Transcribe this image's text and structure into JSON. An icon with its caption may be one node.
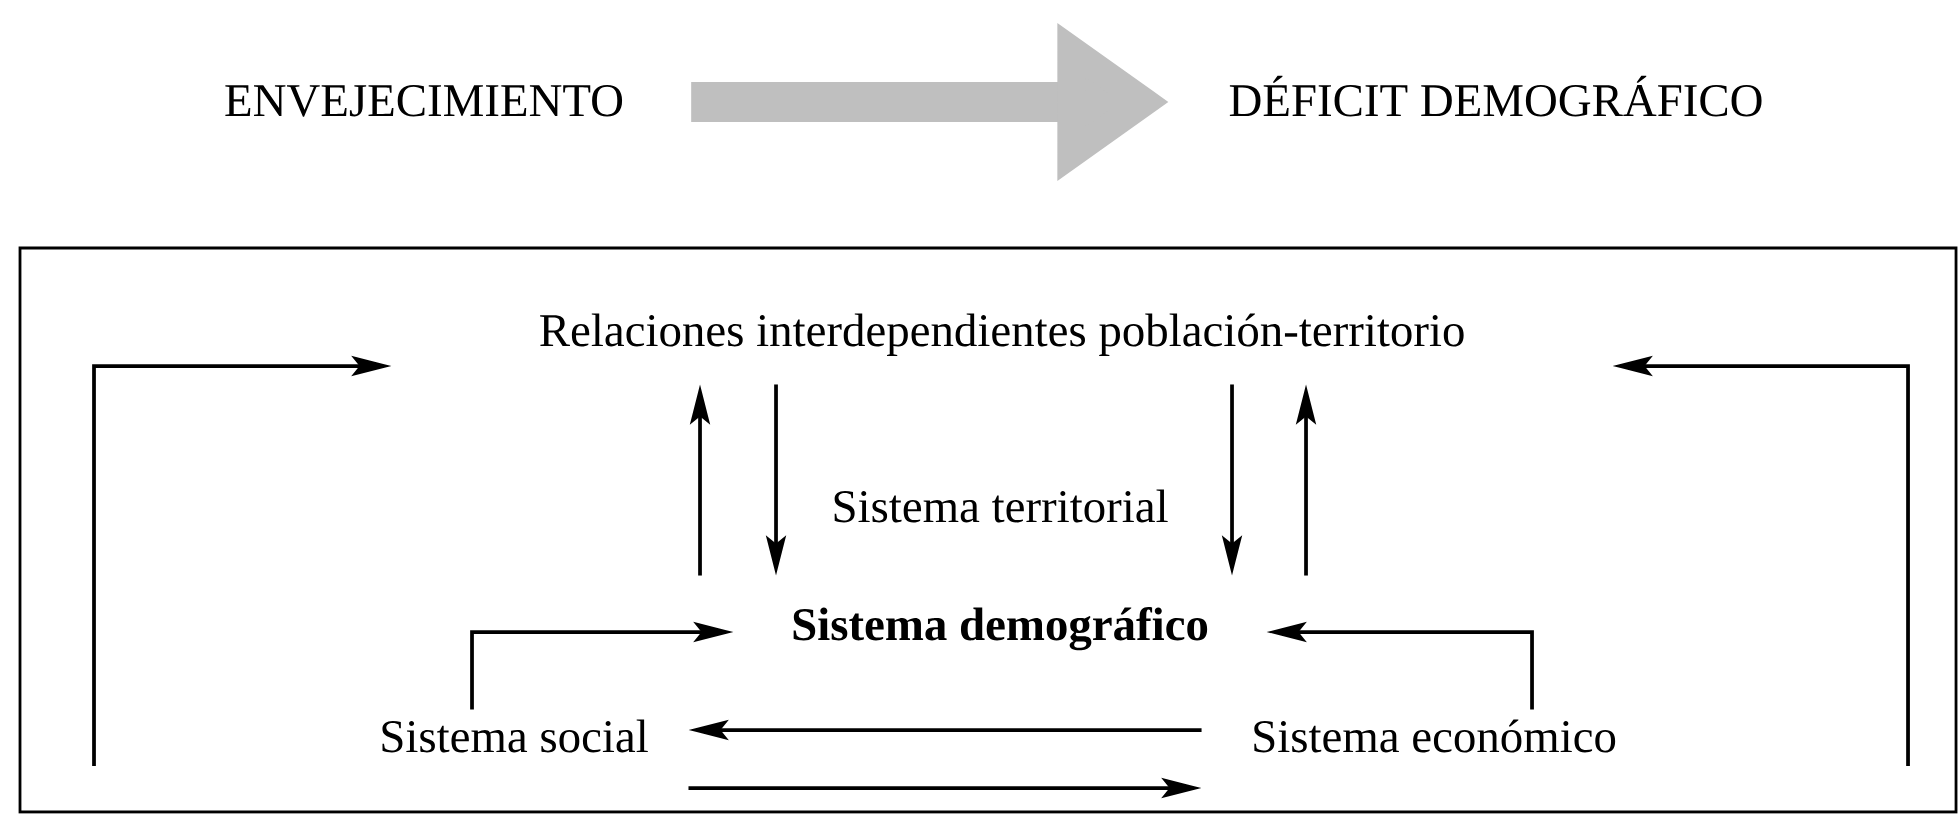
{
  "diagram": {
    "nodes": [
      {
        "text": [
          "ENVEJECIMIENTO"
        ]
      },
      {
        "text": [
          "DÉFICIT DEMOGRÁFICO"
        ]
      },
      {
        "text": [],
        "shape": "box"
      },
      {
        "text": [
          "Relaciones interdependientes población-territorio"
        ],
        "in": 2
      },
      {
        "text": [
          "Sistema territorial"
        ],
        "in": 2
      },
      {
        "text": [
          "Sistema demográfico"
        ],
        "in": 2
      },
      {
        "text": [
          "Sistema social"
        ],
        "in": 2
      },
      {
        "text": [
          "Sistema económico"
        ],
        "in": 2
      }
    ],
    "edges": [
      {
        "from": 0,
        "to": 1,
        "arrow": "to",
        "style": "thick",
        "color": "#bfbfbf"
      },
      {
        "from": null,
        "to": 3,
        "arrow": "to"
      },
      {
        "from": null,
        "to": 3,
        "arrow": "to"
      },
      {
        "from": 5,
        "to": 3,
        "arrow": "to"
      },
      {
        "from": 3,
        "to": 5,
        "arrow": "to"
      },
      {
        "from": 3,
        "to": 5,
        "arrow": "to"
      },
      {
        "from": 5,
        "to": 3,
        "arrow": "to"
      },
      {
        "from": 6,
        "to": 5,
        "arrow": "to"
      },
      {
        "from": 7,
        "to": 5,
        "arrow": "to"
      },
      {
        "from": 7,
        "to": 6,
        "arrow": "to"
      },
      {
        "from": 6,
        "to": 7,
        "arrow": "to"
      }
    ]
  }
}
